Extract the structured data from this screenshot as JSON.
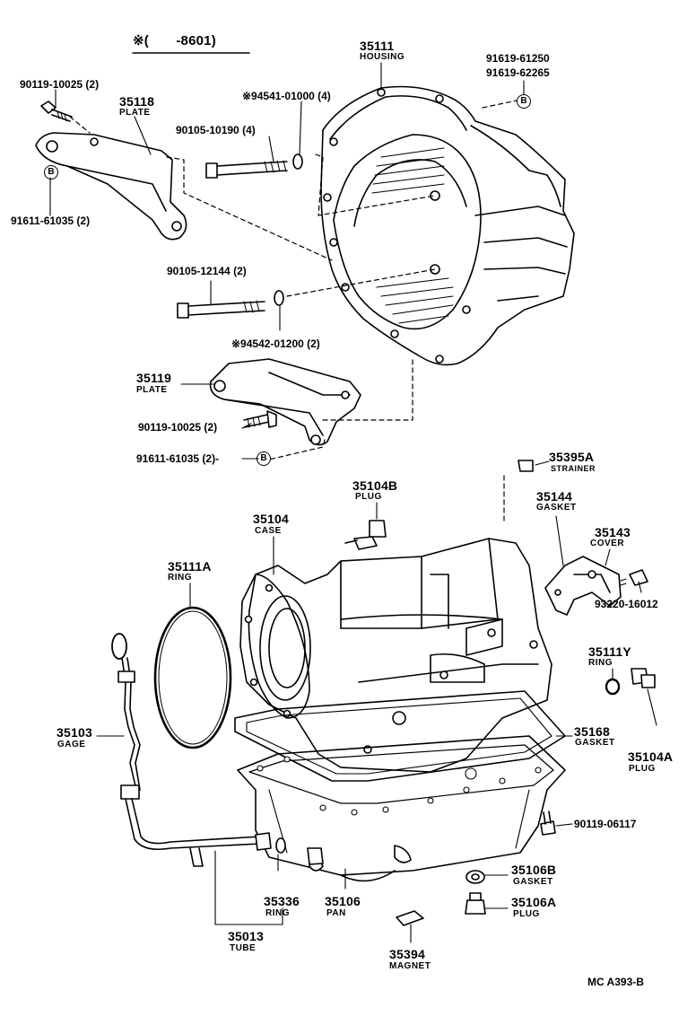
{
  "header": {
    "note": "※(　　-8601)"
  },
  "footer": {
    "code": "MC  A393-B"
  },
  "callouts": {
    "c35111": {
      "num": "35111",
      "name": "HOUSING"
    },
    "c35118": {
      "num": "35118",
      "name": "PLATE"
    },
    "c35119": {
      "num": "35119",
      "name": "PLATE"
    },
    "c35104": {
      "num": "35104",
      "name": "CASE"
    },
    "c35104B": {
      "num": "35104B",
      "name": "PLUG"
    },
    "c35395A": {
      "num": "35395A",
      "name": "STRAINER"
    },
    "c35144": {
      "num": "35144",
      "name": "GASKET"
    },
    "c35143": {
      "num": "35143",
      "name": "COVER"
    },
    "c35111A": {
      "num": "35111A",
      "name": "RING"
    },
    "c35111Y": {
      "num": "35111Y",
      "name": "RING"
    },
    "c35104A": {
      "num": "35104A",
      "name": "PLUG"
    },
    "c35103": {
      "num": "35103",
      "name": "GAGE"
    },
    "c35168": {
      "num": "35168",
      "name": "GASKET"
    },
    "c35336": {
      "num": "35336",
      "name": "RING"
    },
    "c35106": {
      "num": "35106",
      "name": "PAN"
    },
    "c35013": {
      "num": "35013",
      "name": "TUBE"
    },
    "c35106B": {
      "num": "35106B",
      "name": "GASKET"
    },
    "c35106A": {
      "num": "35106A",
      "name": "PLUG"
    },
    "c35394": {
      "num": "35394",
      "name": "MAGNET"
    }
  },
  "parts": {
    "p90119_10025_top": "90119-10025 (2)",
    "p91611_61035_top": "91611-61035 (2)",
    "p94541": "※94541-01000 (4)",
    "p90105_10190": "90105-10190 (4)",
    "p91619_61250": "91619-61250",
    "p91619_62265": "91619-62265",
    "p90105_12144": "90105-12144 (2)",
    "p94542": "※94542-01200 (2)",
    "p90119_10025_mid": "90119-10025 (2)",
    "p91611_61035_mid": "91611-61035 (2)-",
    "p93220": "93220-16012",
    "p90119_06117": "90119-06117"
  },
  "marker": "B"
}
